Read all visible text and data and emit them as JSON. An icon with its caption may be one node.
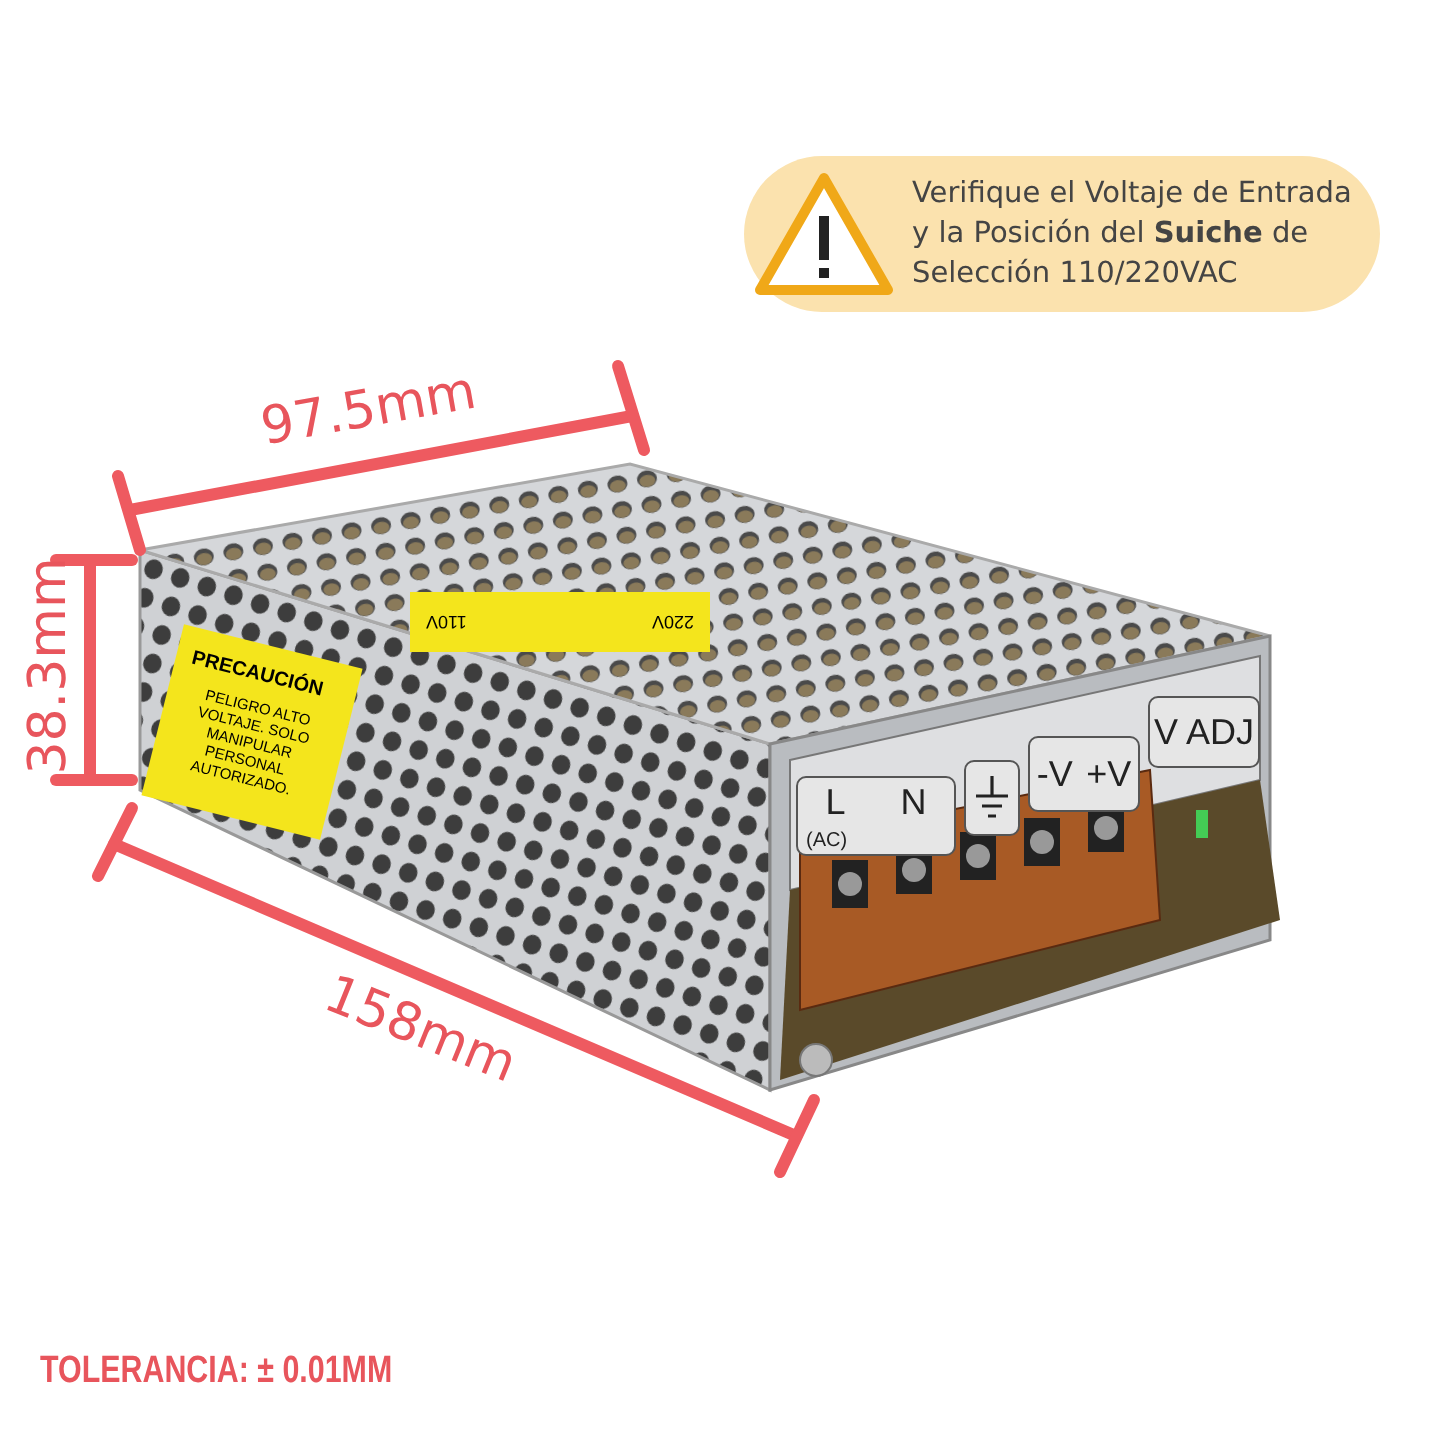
{
  "diagram": {
    "nodes": [
      {
        "text": [
          "Verifique el Voltaje de Entrada y la Posición del **Suiche** de Selección 110/220VAC"
        ]
      },
      {
        "text": [
          "PRECAUCIÓN",
          "PELIGRO ALTO VOLTAJE. SOLO MANIPULAR PERSONAL AUTORIZADO."
        ]
      },
      {
        "text": [
          "110V",
          "220V"
        ]
      },
      {
        "text": [
          "L",
          "N",
          "(AC)"
        ]
      },
      {
        "text": [],
        "shape": "box"
      },
      {
        "text": [
          "-V",
          "+V"
        ]
      },
      {
        "text": [
          "V",
          "ADJ"
        ]
      }
    ],
    "labels": [
      "97.5mm",
      "38.3mm",
      "158mm",
      "TOLERANCIA: ± 0.01MM"
    ]
  }
}
